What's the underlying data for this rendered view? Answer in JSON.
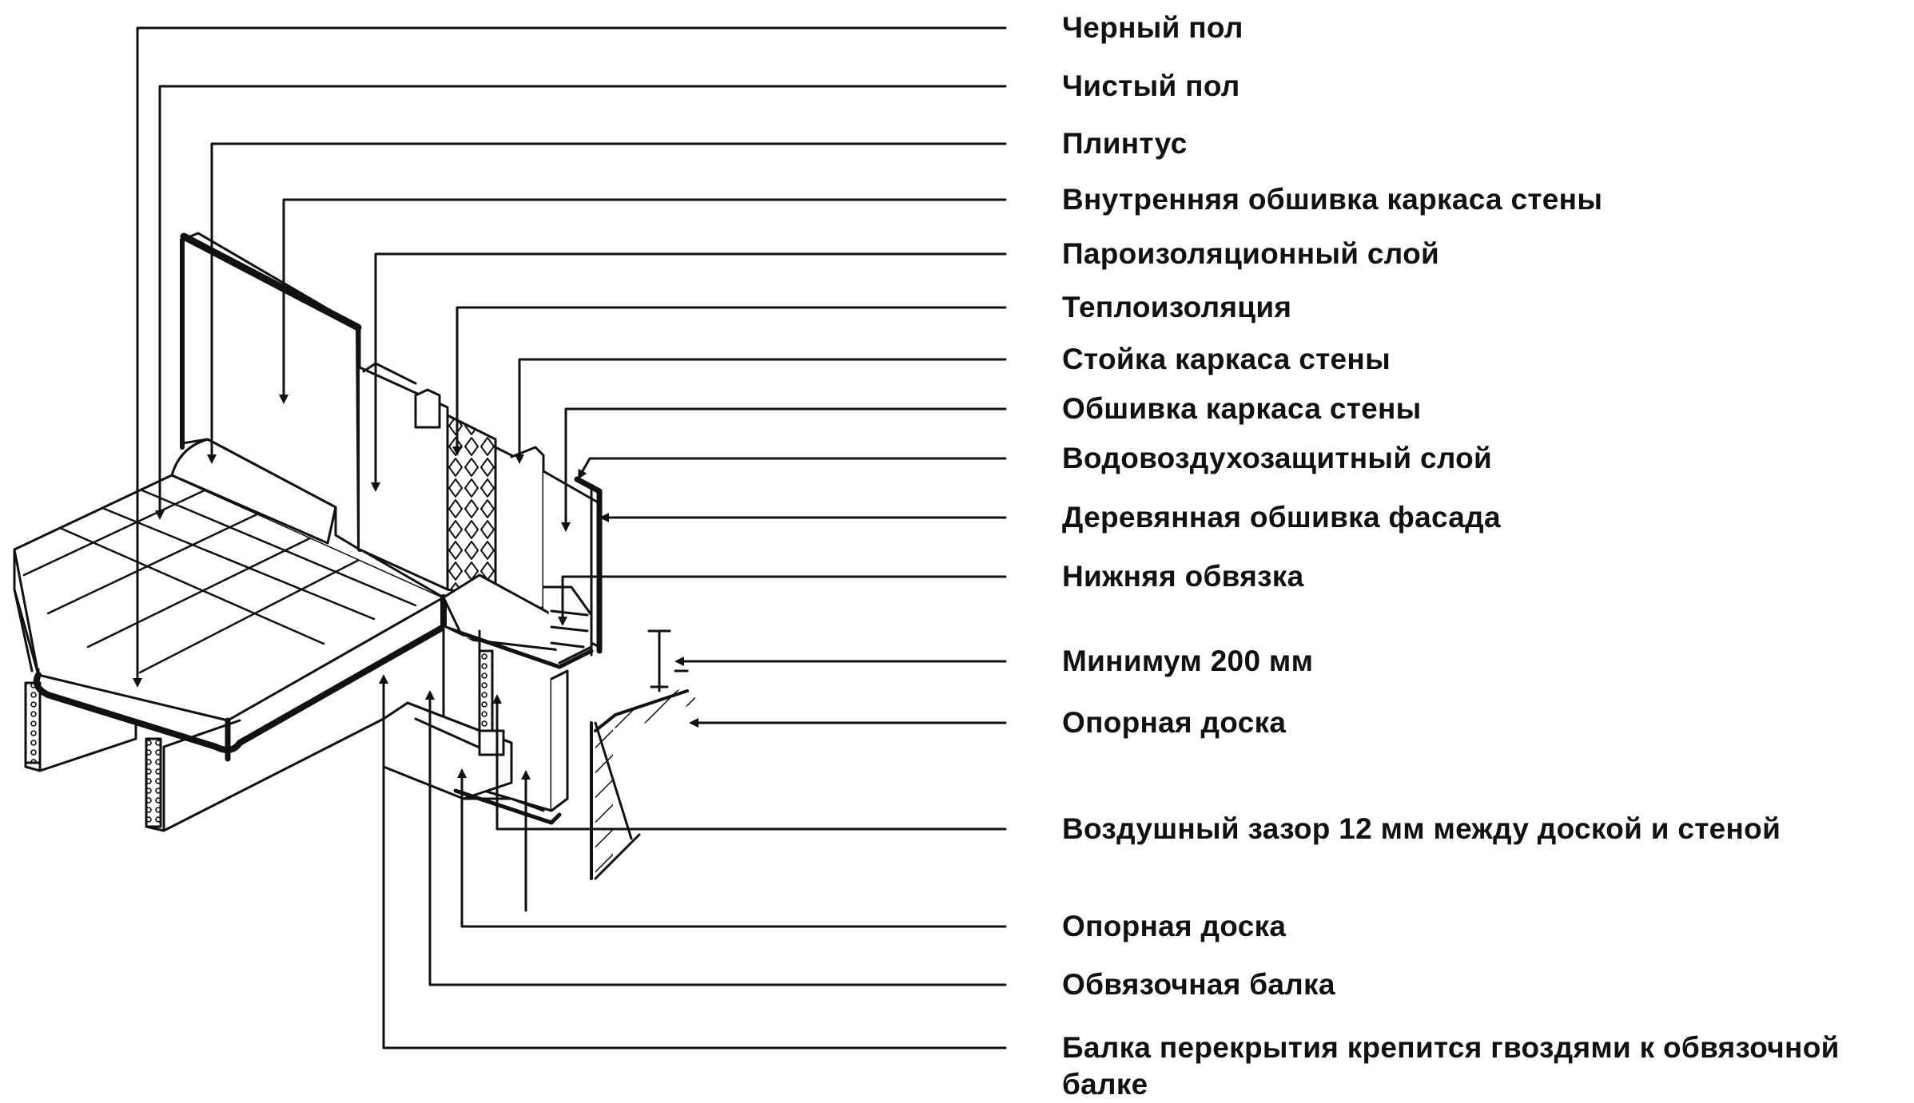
{
  "colors": {
    "ink": "#111111",
    "background": "#ffffff"
  },
  "labels": [
    "Черный пол",
    "Чистый пол",
    "Плинтус",
    "Внутренняя обшивка каркаса стены",
    "Пароизоляционный слой",
    "Теплоизоляция",
    "Стойка каркаса стены",
    "Обшивка каркаса стены",
    "Водовоздухозащитный слой",
    "Деревянная обшивка фасада",
    "Нижняя обвязка",
    "Минимум 200 мм",
    "Опорная доска",
    "Воздушный зазор 12 мм между доской и стеной",
    "Опорная доска",
    "Обвязочная балка",
    "Балка перекрытия крепится гвоздями к обвязочной балке"
  ]
}
